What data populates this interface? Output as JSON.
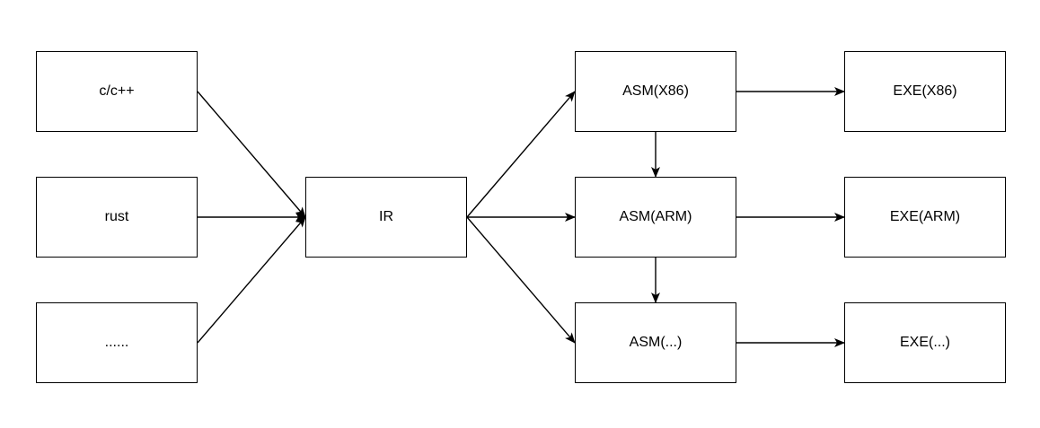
{
  "nodes": {
    "cpp": "c/c++",
    "rust": "rust",
    "more": "......",
    "ir": "IR",
    "asm_x86": "ASM(X86)",
    "asm_arm": "ASM(ARM)",
    "asm_etc": "ASM(...)",
    "exe_x86": "EXE(X86)",
    "exe_arm": "EXE(ARM)",
    "exe_etc": "EXE(...)"
  },
  "colors": {
    "stroke": "#000000",
    "fill": "#ffffff",
    "text": "#000000"
  }
}
